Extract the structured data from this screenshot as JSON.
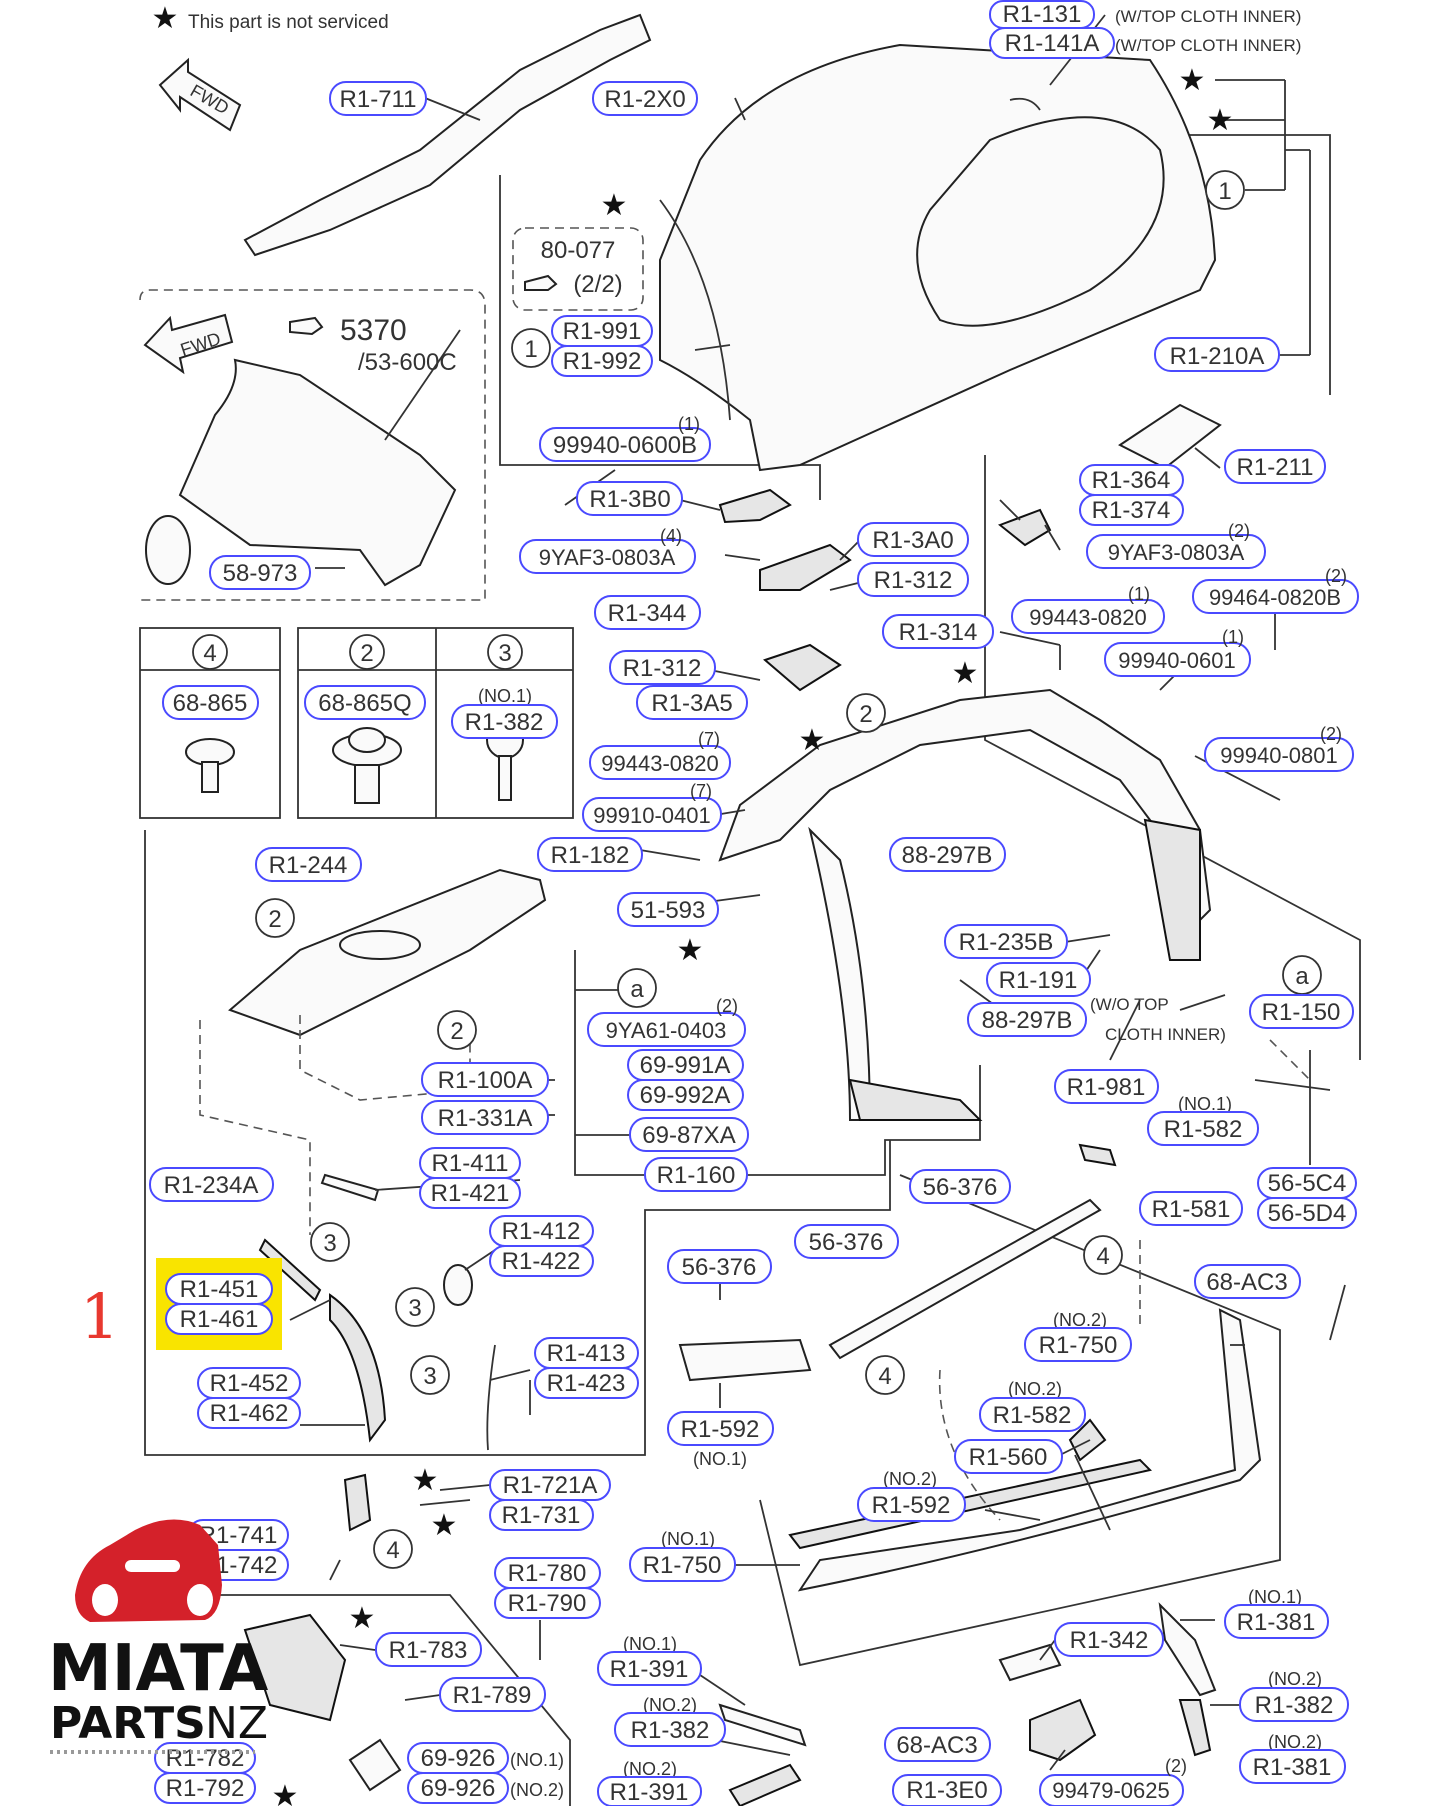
{
  "legend": {
    "not_serviced": "This part is not serviced"
  },
  "direction": {
    "fwd": "FWD"
  },
  "reference_number": "1",
  "highlight_color": "#f9e400",
  "accent_color": "#d4212a",
  "logo": {
    "line1": "MIATA",
    "line2": "PARTS",
    "line3": "NZ"
  },
  "parts": {
    "p711": "R1-711",
    "p2x0": "R1-2X0",
    "p131": "R1-131",
    "p141a": "R1-141A",
    "p210a": "R1-210A",
    "p211": "R1-211",
    "p991": "R1-991",
    "p992": "R1-992",
    "p99940_0600b": "99940-0600B",
    "p80077": "80-077",
    "p80077_sub": "(2/2)",
    "p5370": "5370",
    "p53600c": "/53-600C",
    "p58973": "58-973",
    "p3b0": "R1-3B0",
    "p9yaf3_a": "9YAF3-0803A",
    "p3a0": "R1-3A0",
    "p312a": "R1-312",
    "p344": "R1-344",
    "p312b": "R1-312",
    "p3a5": "R1-3A5",
    "p364": "R1-364",
    "p374": "R1-374",
    "p9yaf3_b": "9YAF3-0803A",
    "p99443_a": "99443-0820",
    "p99464": "99464-0820B",
    "p314": "R1-314",
    "p99940_0601": "99940-0601",
    "p99940_0801": "99940-0801",
    "p99443_b": "99443-0820",
    "p99910": "99910-0401",
    "p68865": "68-865",
    "p68865q": "68-865Q",
    "p382box": "R1-382",
    "p382box_note": "(NO.1)",
    "p244": "R1-244",
    "p182": "R1-182",
    "p51593": "51-593",
    "p88297b_a": "88-297B",
    "p235b": "R1-235B",
    "p191": "R1-191",
    "p88297b_b": "88-297B",
    "p191_note_a": "(W/O TOP",
    "p191_note_b": "CLOTH INNER)",
    "p150": "R1-150",
    "p9ya61": "9YA61-0403",
    "p69991a": "69-991A",
    "p69992a": "69-992A",
    "p6987xa": "69-87XA",
    "p160": "R1-160",
    "p100a": "R1-100A",
    "p331a": "R1-331A",
    "p981": "R1-981",
    "p582a": "R1-582",
    "p582a_note": "(NO.1)",
    "p56c4": "56-5C4",
    "p56d4": "56-5D4",
    "p56376_a": "56-376",
    "p581": "R1-581",
    "p234a": "R1-234A",
    "p411": "R1-411",
    "p421": "R1-421",
    "p412": "R1-412",
    "p422": "R1-422",
    "p451": "R1-451",
    "p461": "R1-461",
    "p413": "R1-413",
    "p423": "R1-423",
    "p452": "R1-452",
    "p462": "R1-462",
    "p56376_b": "56-376",
    "p56376_c": "56-376",
    "p68ac3_a": "68-AC3",
    "p750a": "R1-750",
    "p750a_note": "(NO.2)",
    "p582b": "R1-582",
    "p582b_note": "(NO.2)",
    "p560": "R1-560",
    "p592a": "R1-592",
    "p592a_note": "(NO.1)",
    "p592b": "R1-592",
    "p592b_note": "(NO.2)",
    "p750b": "R1-750",
    "p750b_note": "(NO.1)",
    "p721a": "R1-721A",
    "p731": "R1-731",
    "p741": "R1-741",
    "p742": "R1-742",
    "p780": "R1-780",
    "p790": "R1-790",
    "p783": "R1-783",
    "p789": "R1-789",
    "p782": "R1-782",
    "p792": "R1-792",
    "p69926_a": "69-926",
    "p69926_a_note": "(NO.1)",
    "p69926_b": "69-926",
    "p69926_b_note": "(NO.2)",
    "p391a": "R1-391",
    "p391a_note": "(NO.1)",
    "p382c": "R1-382",
    "p382c_note": "(NO.2)",
    "p391b": "R1-391",
    "p391b_note": "(NO.2)",
    "p342": "R1-342",
    "p68ac3_b": "68-AC3",
    "p3e0": "R1-3E0",
    "p99479": "99479-0625",
    "p381a": "R1-381",
    "p381a_note": "(NO.1)",
    "p382d": "R1-382",
    "p382d_note": "(NO.2)",
    "p381b": "R1-381",
    "p381b_note": "(NO.2)",
    "note_131": "(W/TOP CLOTH INNER)",
    "note_141a": "(W/TOP CLOTH INNER)"
  },
  "quantities": {
    "q1": "(1)",
    "q4": "(4)",
    "q2a": "(2)",
    "q1b": "(1)",
    "q2b": "(2)",
    "q1c": "(1)",
    "q2c": "(2)",
    "q7a": "(7)",
    "q7b": "(7)",
    "q2d": "(2)",
    "q2e": "(2)"
  },
  "callouts": {
    "c1": "1",
    "c2": "2",
    "c3": "3",
    "c4": "4",
    "ca": "a"
  }
}
